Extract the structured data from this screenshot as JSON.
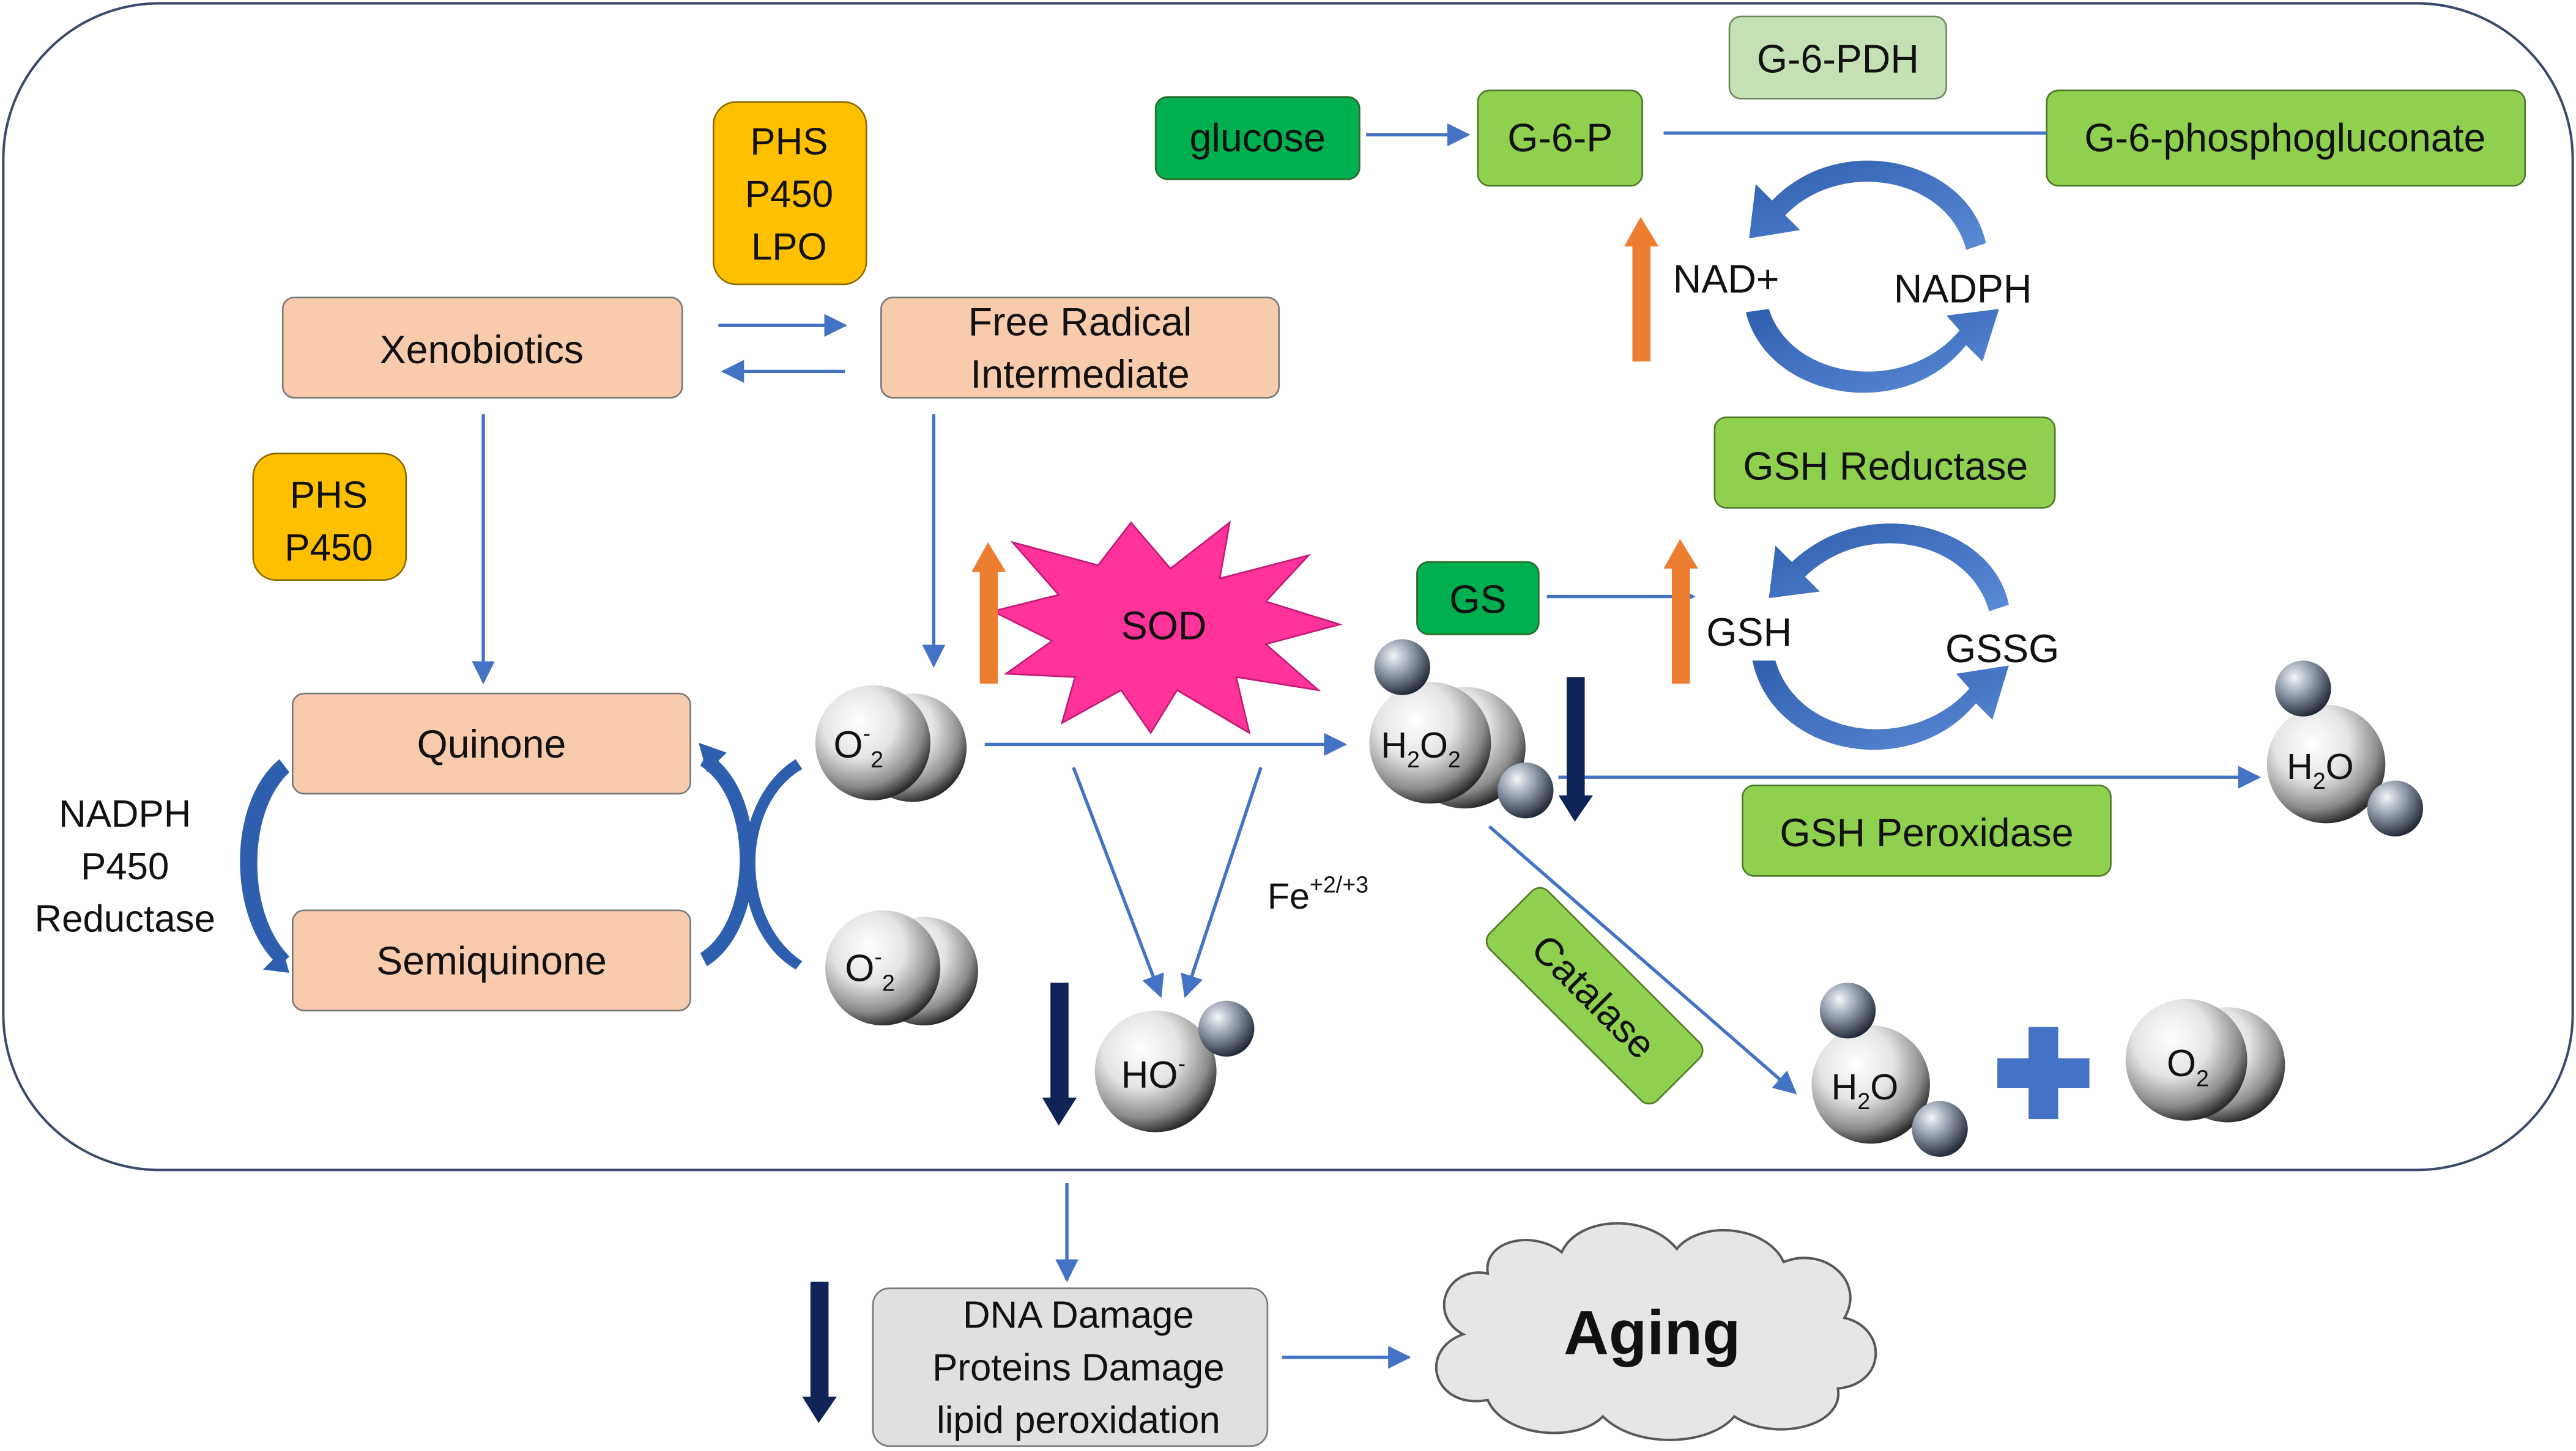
{
  "colors": {
    "salmon": "#f8cbad",
    "salmon_border": "#6f6f6f",
    "amber": "#ffc000",
    "green_light": "#8fd14f",
    "green_dark": "#00b050",
    "green_pale": "#c5e0b4",
    "blue_arrow": "#4472c4",
    "navy_arrow": "#0f2357",
    "orange_arrow": "#ed7d31",
    "sod_burst": "#ff3399",
    "cloud_fill": "#e7e6e6",
    "gray_box": "#e0e0e0",
    "plus_blue": "#4472c4"
  },
  "icons": [
    "molecule-icon",
    "plus-icon",
    "burst-icon",
    "cloud-icon",
    "cycle-arrow-icon"
  ],
  "labels": {
    "xenobiotics": "Xenobiotics",
    "free_radical_1": "Free Radical",
    "free_radical_2": "Intermediate",
    "enzymes_top": [
      "PHS",
      "P450",
      "LPO"
    ],
    "enzymes_left": [
      "PHS",
      "P450"
    ],
    "quinone": "Quinone",
    "semiquinone": "Semiquinone",
    "nadph_reductase": [
      "NADPH",
      "P450",
      "Reductase"
    ],
    "sod": "SOD",
    "glucose": "glucose",
    "g6p": "G-6-P",
    "g6pdh": "G-6-PDH",
    "g6pg": "G-6-phosphogluconate",
    "nad": "NAD+",
    "nadph": "NADPH",
    "gsh_reductase": "GSH Reductase",
    "gs": "GS",
    "gsh": "GSH",
    "gssg": "GSSG",
    "gsh_peroxidase": "GSH Peroxidase",
    "catalase": "Catalase",
    "fe": "Fe",
    "fe_sup": "+2/+3",
    "superoxide_main": "O",
    "superoxide_sup": "-",
    "superoxide_sub": "2",
    "h2o2_h": "H",
    "h2o2_sub1": "2",
    "h2o2_o": "O",
    "h2o2_sub2": "2",
    "water_h": "H",
    "water_sub": "2",
    "water_o": "O",
    "hydroxyl": "HO",
    "hydroxyl_sup": "-",
    "oxygen_o": "O",
    "oxygen_sub": "2",
    "damage": [
      "DNA Damage",
      "Proteins Damage",
      "lipid peroxidation"
    ],
    "aging": "Aging"
  }
}
